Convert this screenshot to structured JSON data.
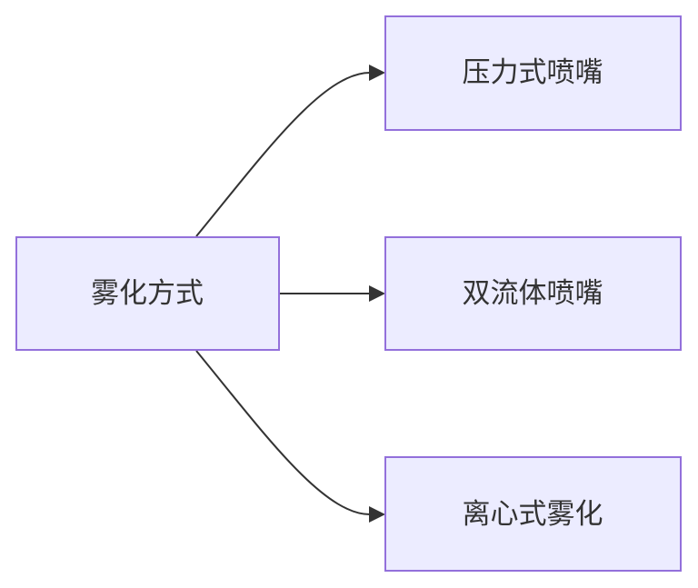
{
  "diagram": {
    "type": "flowchart",
    "direction": "LR",
    "colors": {
      "node_fill": "#ECECFF",
      "node_border": "#9370DB",
      "edge": "#333333",
      "text": "#333333"
    },
    "nodes": [
      {
        "id": "root",
        "label": "雾化方式"
      },
      {
        "id": "n1",
        "label": "压力式喷嘴"
      },
      {
        "id": "n2",
        "label": "双流体喷嘴"
      },
      {
        "id": "n3",
        "label": "离心式雾化"
      }
    ],
    "edges": [
      {
        "from": "root",
        "to": "n1"
      },
      {
        "from": "root",
        "to": "n2"
      },
      {
        "from": "root",
        "to": "n3"
      }
    ]
  }
}
